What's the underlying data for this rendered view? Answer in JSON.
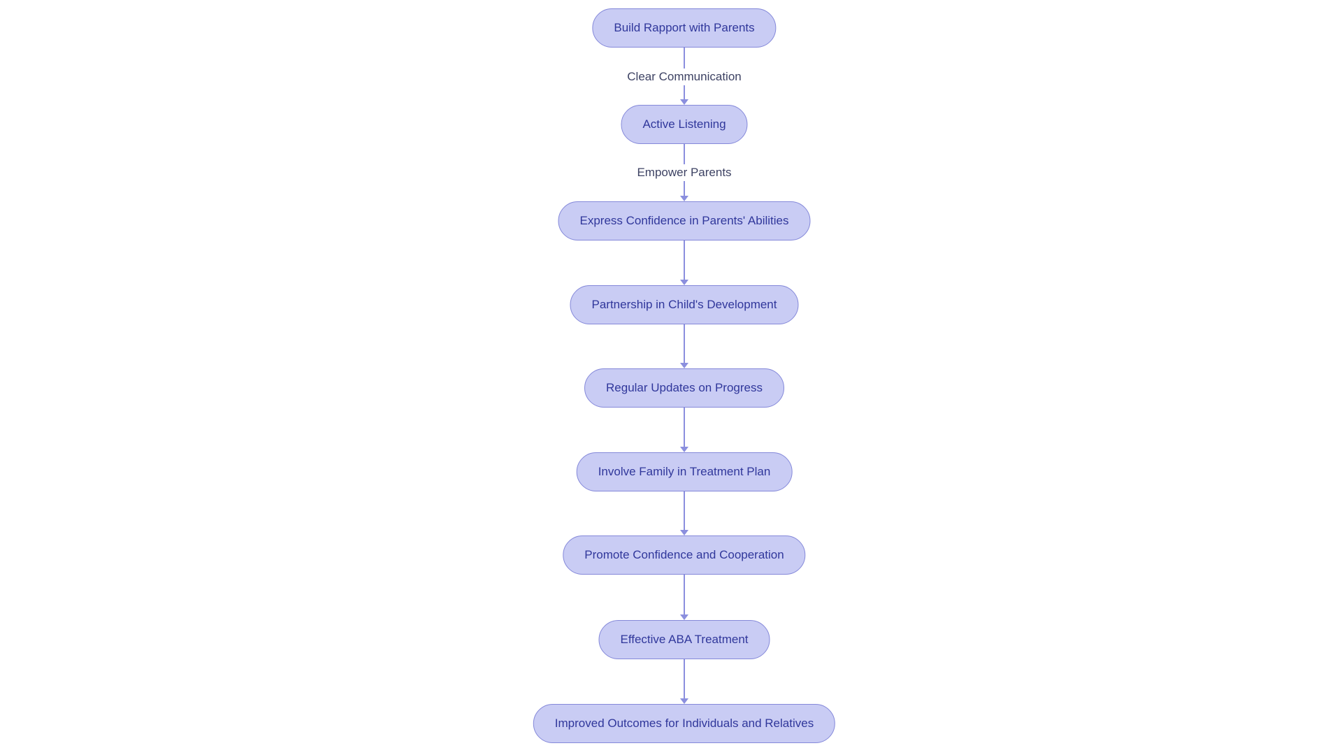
{
  "diagram": {
    "type": "flowchart",
    "direction": "top-down",
    "nodes": [
      {
        "id": "n1",
        "label": "Build Rapport with Parents"
      },
      {
        "id": "n2",
        "label": "Active Listening"
      },
      {
        "id": "n3",
        "label": "Express Confidence in Parents' Abilities"
      },
      {
        "id": "n4",
        "label": "Partnership in Child's Development"
      },
      {
        "id": "n5",
        "label": "Regular Updates on Progress"
      },
      {
        "id": "n6",
        "label": "Involve Family in Treatment Plan"
      },
      {
        "id": "n7",
        "label": "Promote Confidence and Cooperation"
      },
      {
        "id": "n8",
        "label": "Effective ABA Treatment"
      },
      {
        "id": "n9",
        "label": "Improved Outcomes for Individuals and Relatives"
      }
    ],
    "edges": [
      {
        "from": "n1",
        "to": "n2",
        "label": "Clear Communication"
      },
      {
        "from": "n2",
        "to": "n3",
        "label": "Empower Parents"
      },
      {
        "from": "n3",
        "to": "n4",
        "label": ""
      },
      {
        "from": "n4",
        "to": "n5",
        "label": ""
      },
      {
        "from": "n5",
        "to": "n6",
        "label": ""
      },
      {
        "from": "n6",
        "to": "n7",
        "label": ""
      },
      {
        "from": "n7",
        "to": "n8",
        "label": ""
      },
      {
        "from": "n8",
        "to": "n9",
        "label": ""
      }
    ],
    "colors": {
      "node_fill": "#c9ccf4",
      "node_border": "#8488d9",
      "node_text": "#30379b",
      "arrow": "#8b8fde",
      "edge_label_text": "#3d4263",
      "background": "#ffffff"
    }
  }
}
